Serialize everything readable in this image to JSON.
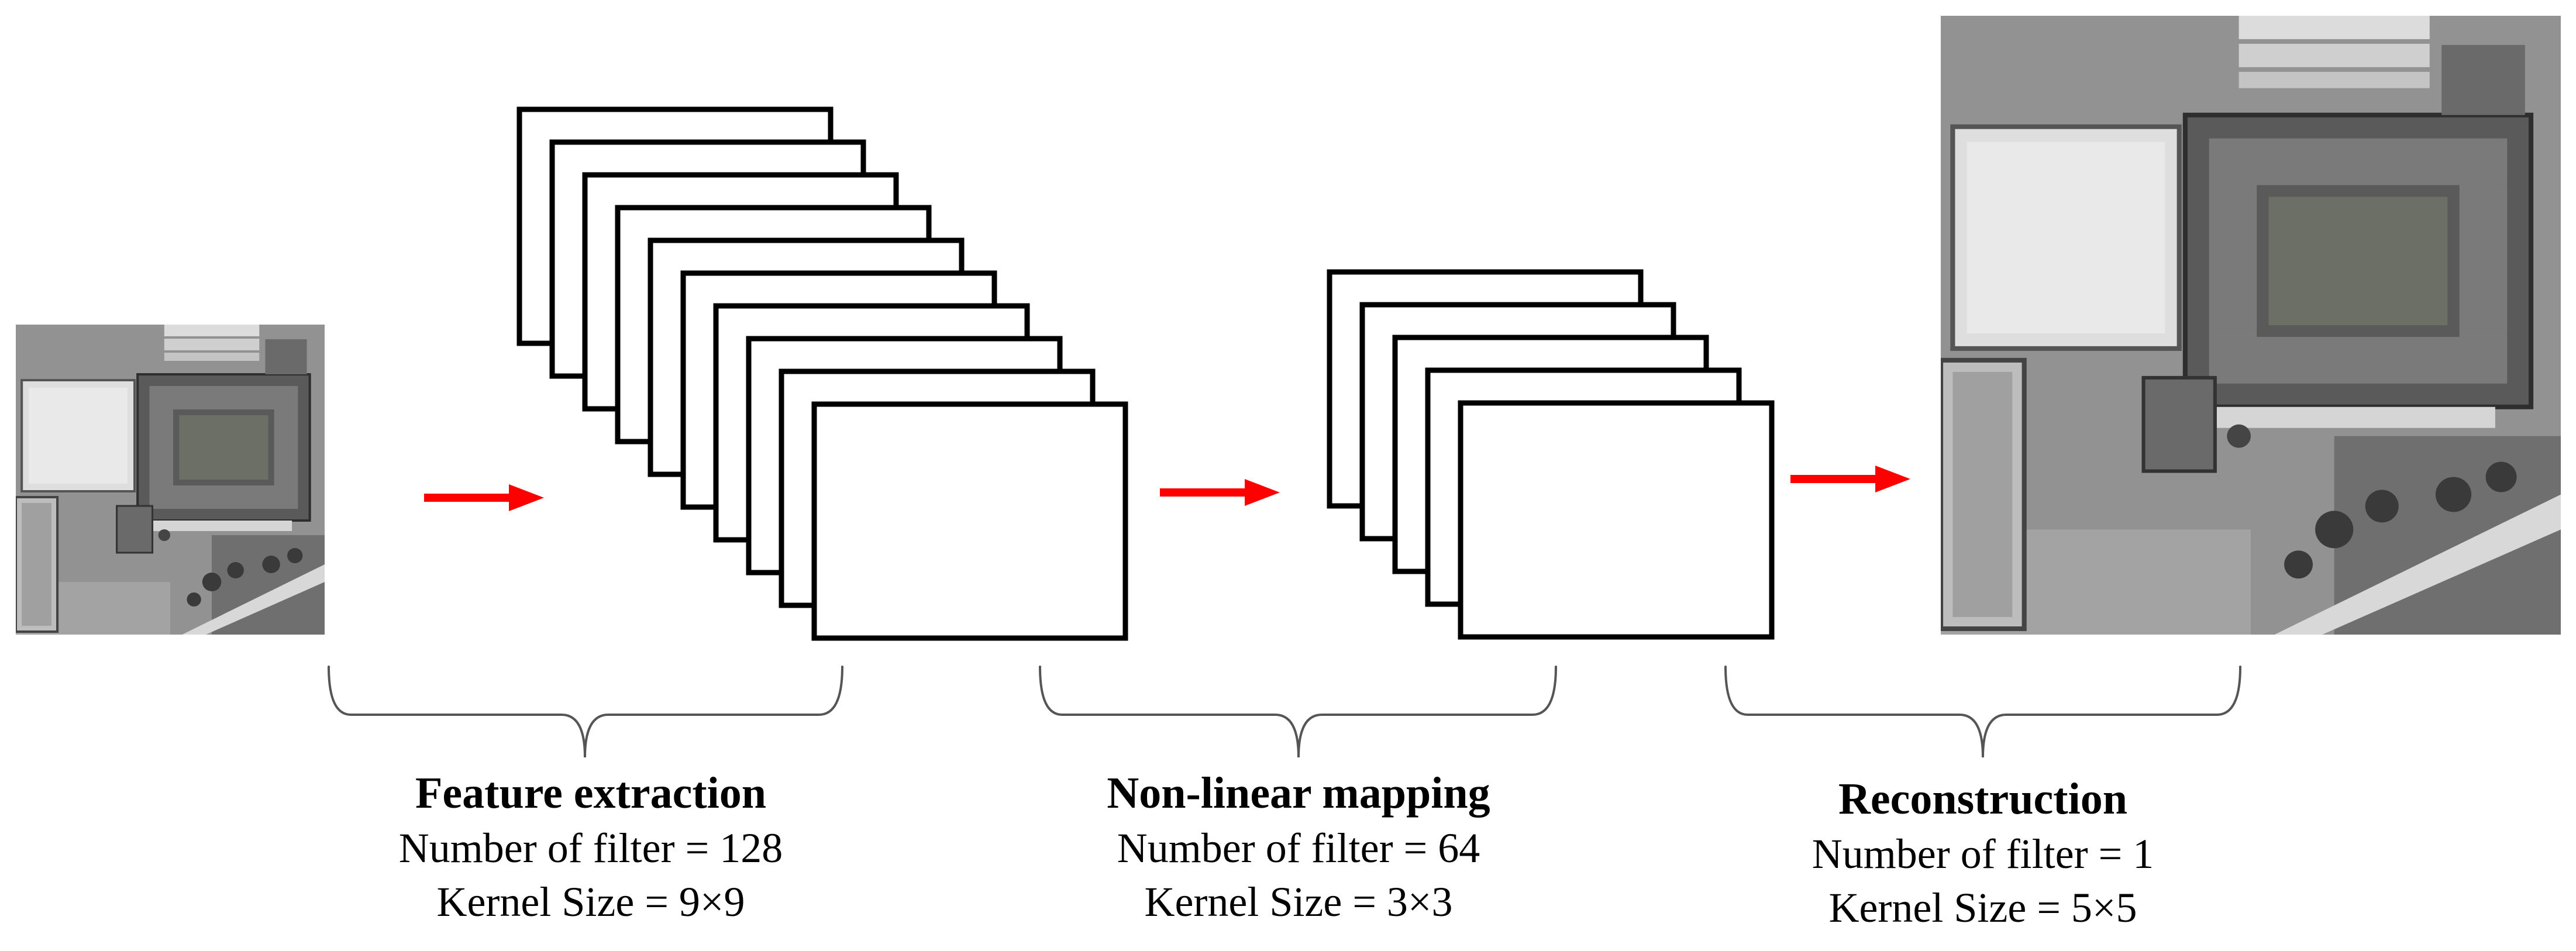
{
  "stages": [
    {
      "title": "Feature extraction",
      "filters_label": "Number of filter = 128",
      "kernel_label": "Kernel Size = 9×9"
    },
    {
      "title": "Non-linear mapping",
      "filters_label": "Number of filter = 64",
      "kernel_label": "Kernel Size = 3×3"
    },
    {
      "title": "Reconstruction",
      "filters_label": "Number of filter = 1",
      "kernel_label": "Kernel Size = 5×5"
    }
  ],
  "colors": {
    "arrow": "#ff0000",
    "frame_stroke": "#000000",
    "photo_base": "#8a8a8a"
  },
  "icons": {
    "arrow": "right-arrow-icon"
  }
}
